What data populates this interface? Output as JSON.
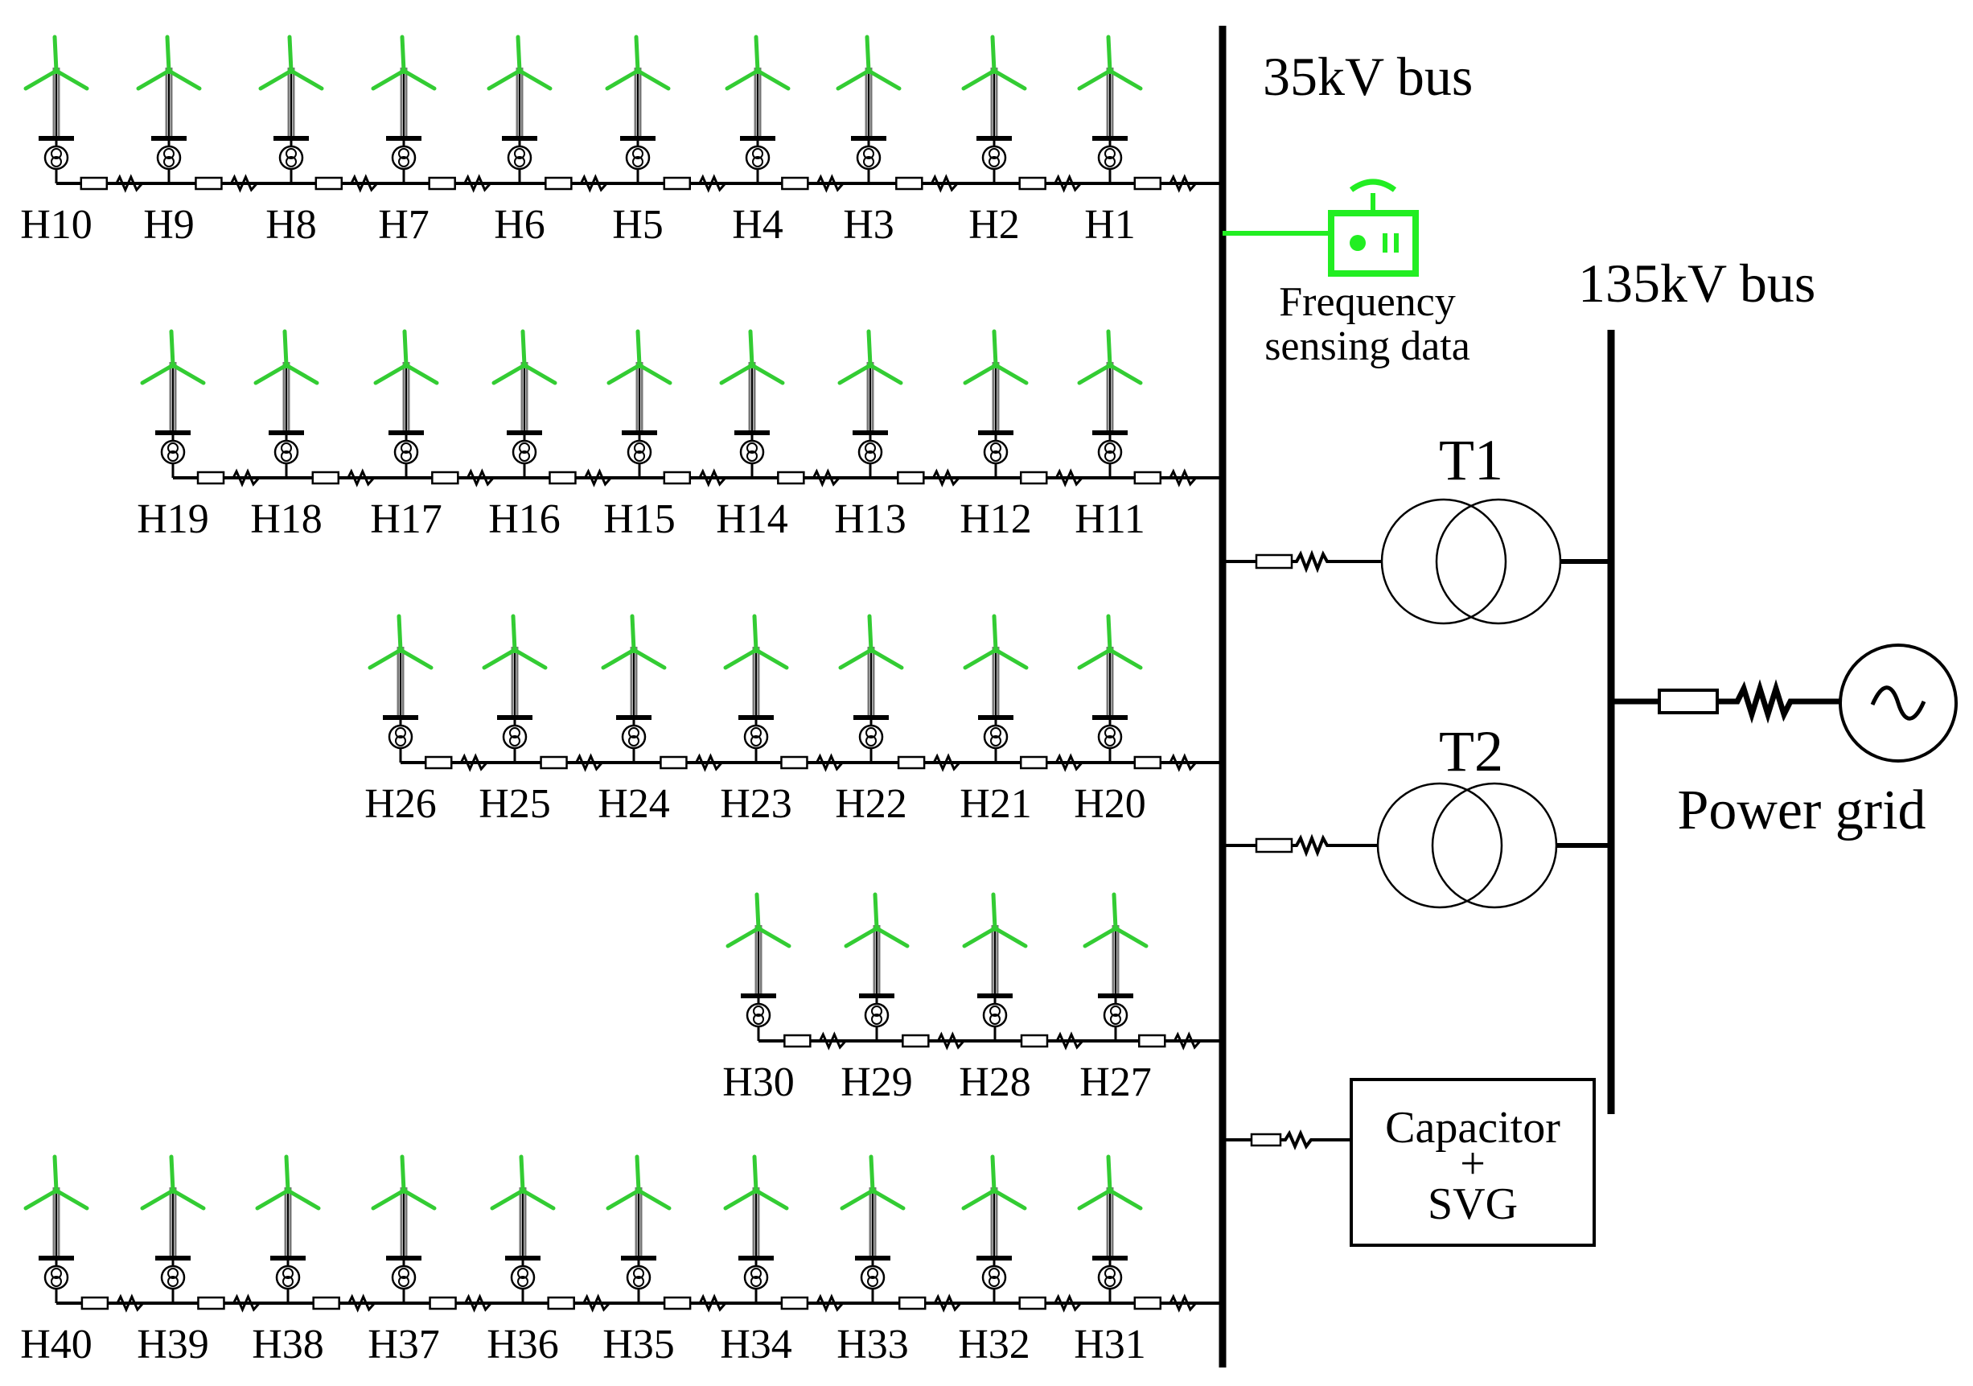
{
  "labels": {
    "bus35": "35kV bus",
    "bus135": "135kV bus",
    "sensing_line1": "Frequency",
    "sensing_line2": "sensing data",
    "t1": "T1",
    "t2": "T2",
    "grid": "Power grid",
    "comp_line1": "Capacitor",
    "comp_line2": "+",
    "comp_line3": "SVG"
  },
  "feeders": [
    {
      "units": [
        "H10",
        "H9",
        "H8",
        "H7",
        "H6",
        "H5",
        "H4",
        "H3",
        "H2",
        "H1"
      ]
    },
    {
      "units": [
        "H19",
        "H18",
        "H17",
        "H16",
        "H15",
        "H14",
        "H13",
        "H12",
        "H11"
      ]
    },
    {
      "units": [
        "H26",
        "H25",
        "H24",
        "H23",
        "H22",
        "H21",
        "H20"
      ]
    },
    {
      "units": [
        "H30",
        "H29",
        "H28",
        "H27"
      ]
    },
    {
      "units": [
        "H40",
        "H39",
        "H38",
        "H37",
        "H36",
        "H35",
        "H34",
        "H33",
        "H32",
        "H31"
      ]
    }
  ],
  "icons": {
    "turbine": "wind-turbine-icon",
    "transformer": "transformer-icon",
    "sensor": "frequency-sensor-icon",
    "source": "ac-source-icon"
  },
  "colors": {
    "turbine": "#33cc33",
    "sensor": "#22ee22",
    "line": "#000000"
  }
}
